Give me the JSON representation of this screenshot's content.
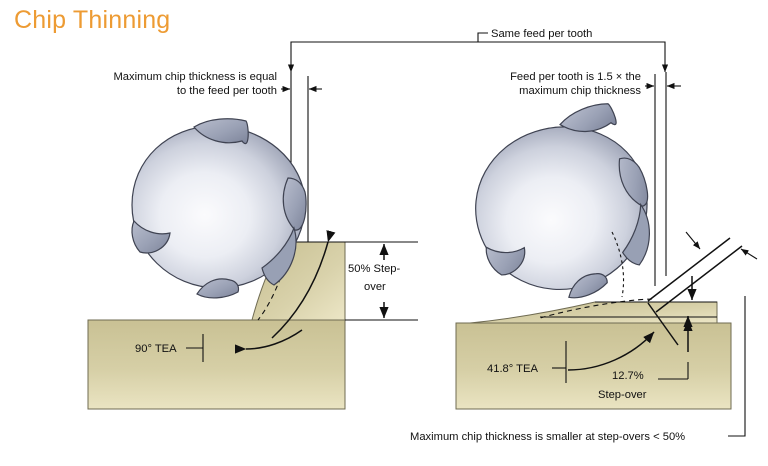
{
  "page": {
    "title": "Chip Thinning",
    "title_color": "#ED9B33",
    "background": "#ffffff"
  },
  "colors": {
    "workpiece_light": "#e3dcb4",
    "workpiece_mid": "#cfc79b",
    "workpiece_dark": "#b9b184",
    "workpiece_edge": "#6f6b52",
    "tool_light": "#f4f5f8",
    "tool_mid": "#c3c7d4",
    "tool_dark": "#8d93a8",
    "tool_flute": "#9098ad",
    "tool_edge": "#3f4352",
    "line": "#111111"
  },
  "annotations": {
    "top_bracket_label": "Same feed per tooth",
    "left_callout_line1": "Maximum chip thickness is equal",
    "left_callout_line2": "to the feed per tooth",
    "right_callout_line1": "Feed per tooth is 1.5 × the",
    "right_callout_line2": "maximum chip thickness",
    "bottom_caption": "Maximum chip thickness is smaller at step-overs < 50%"
  },
  "left_diagram": {
    "stepover_line1": "50% Step-",
    "stepover_line2": "over",
    "tea_label": "90° TEA",
    "stepover_percent": 50,
    "tea_degrees": 90
  },
  "right_diagram": {
    "stepover_line1": "12.7%",
    "stepover_line2": "Step-over",
    "tea_label": "41.8° TEA",
    "stepover_percent": 12.7,
    "tea_degrees": 41.8
  }
}
